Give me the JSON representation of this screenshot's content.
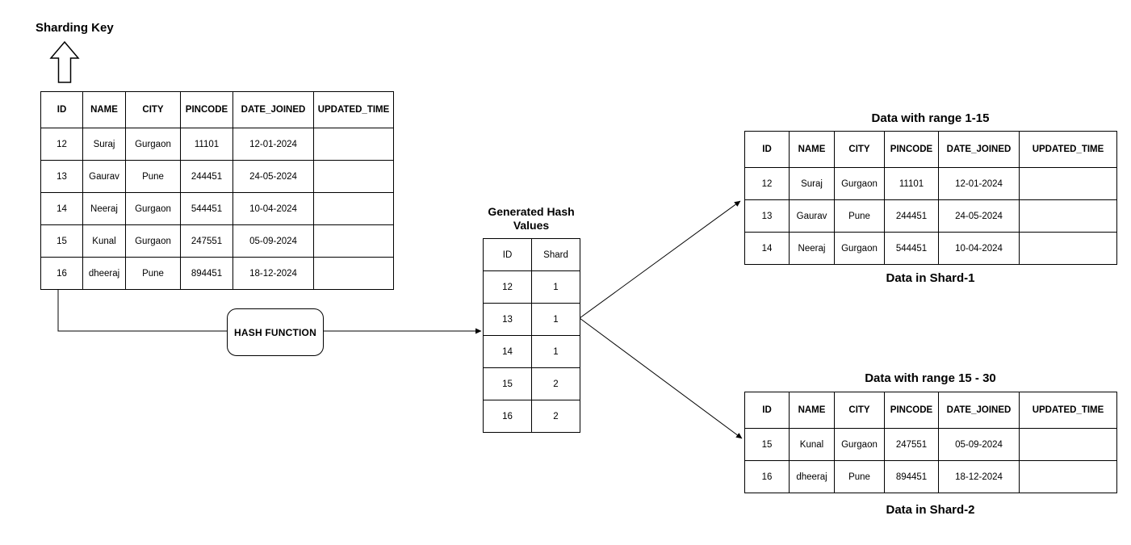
{
  "diagram": {
    "sharding_key_label": "Sharding Key",
    "hash_function_label": "HASH FUNCTION",
    "source_table": {
      "headers": [
        "ID",
        "NAME",
        "CITY",
        "PINCODE",
        "DATE_JOINED",
        "UPDATED_TIME"
      ],
      "rows": [
        [
          "12",
          "Suraj",
          "Gurgaon",
          "11101",
          "12-01-2024",
          ""
        ],
        [
          "13",
          "Gaurav",
          "Pune",
          "244451",
          "24-05-2024",
          ""
        ],
        [
          "14",
          "Neeraj",
          "Gurgaon",
          "544451",
          "10-04-2024",
          ""
        ],
        [
          "15",
          "Kunal",
          "Gurgaon",
          "247551",
          "05-09-2024",
          ""
        ],
        [
          "16",
          "dheeraj",
          "Pune",
          "894451",
          "18-12-2024",
          ""
        ]
      ]
    },
    "hash_values": {
      "title": "Generated Hash\nValues",
      "headers": [
        "ID",
        "Shard"
      ],
      "rows": [
        [
          "12",
          "1"
        ],
        [
          "13",
          "1"
        ],
        [
          "14",
          "1"
        ],
        [
          "15",
          "2"
        ],
        [
          "16",
          "2"
        ]
      ]
    },
    "shard1": {
      "title": "Data with range 1-15",
      "caption": "Data in Shard-1",
      "headers": [
        "ID",
        "NAME",
        "CITY",
        "PINCODE",
        "DATE_JOINED",
        "UPDATED_TIME"
      ],
      "rows": [
        [
          "12",
          "Suraj",
          "Gurgaon",
          "11101",
          "12-01-2024",
          ""
        ],
        [
          "13",
          "Gaurav",
          "Pune",
          "244451",
          "24-05-2024",
          ""
        ],
        [
          "14",
          "Neeraj",
          "Gurgaon",
          "544451",
          "10-04-2024",
          ""
        ]
      ]
    },
    "shard2": {
      "title": "Data with range 15 - 30",
      "caption": "Data in Shard-2",
      "headers": [
        "ID",
        "NAME",
        "CITY",
        "PINCODE",
        "DATE_JOINED",
        "UPDATED_TIME"
      ],
      "rows": [
        [
          "15",
          "Kunal",
          "Gurgaon",
          "247551",
          "05-09-2024",
          ""
        ],
        [
          "16",
          "dheeraj",
          "Pune",
          "894451",
          "18-12-2024",
          ""
        ]
      ]
    },
    "icons": {
      "sharding_key_pointer": "up-arrow-icon",
      "flow_connectors": "right-arrow"
    },
    "colors": {
      "background": "#ffffff",
      "line": "#000000",
      "text": "#000000"
    }
  }
}
